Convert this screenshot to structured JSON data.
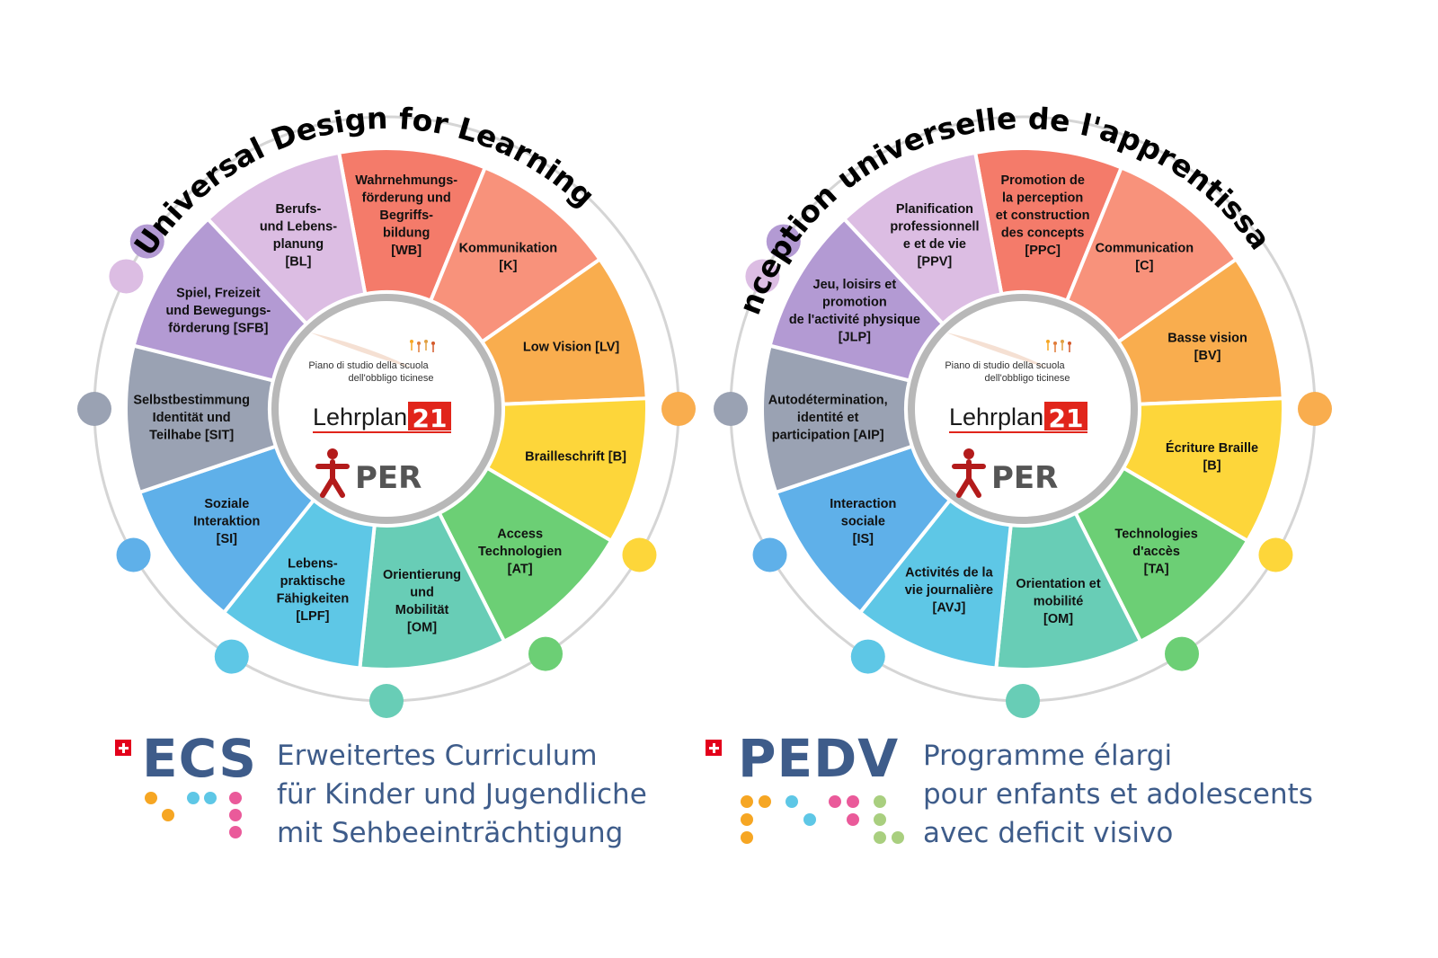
{
  "colors": {
    "outer_ring": "#d5d5d5",
    "hub_ring": "#b8b8b8",
    "brand_blue": "#3e5c8a",
    "swiss_red": "#e3001b",
    "per_red": "#b31b1b"
  },
  "hub": {
    "logo_line1": "Piano di studio della scuola",
    "logo_line2": "dell'obbligo ticinese",
    "lehrplan": "Lehrplan",
    "lehrplan_num": "21",
    "per": "PER"
  },
  "wheels": [
    {
      "id": "de",
      "title": "Universal Design for Learning",
      "segments": [
        {
          "lines": [
            "Wahrnehmungs-",
            "förderung und",
            "Begriffs-",
            "bildung",
            "[WB]"
          ],
          "color": "#f47b6a"
        },
        {
          "lines": [
            "Kommunikation",
            "[K]"
          ],
          "color": "#f8927b"
        },
        {
          "lines": [
            "Low Vision [LV]"
          ],
          "color": "#f9ad4e"
        },
        {
          "lines": [
            "Brailleschrift [B]"
          ],
          "color": "#fdd63a"
        },
        {
          "lines": [
            "Access",
            "Technologien",
            "[AT]"
          ],
          "color": "#6ccf75"
        },
        {
          "lines": [
            "Orientierung",
            "und",
            "Mobilität",
            "[OM]"
          ],
          "color": "#68cdb6"
        },
        {
          "lines": [
            "Lebens-",
            "praktische",
            "Fähigkeiten",
            "[LPF]"
          ],
          "color": "#5ec7e6"
        },
        {
          "lines": [
            "Soziale",
            "Interaktion",
            "[SI]"
          ],
          "color": "#5fb0e9"
        },
        {
          "lines": [
            "Selbstbestimmung",
            "Identität und",
            "Teilhabe [SIT]"
          ],
          "color": "#9aa2b3"
        },
        {
          "lines": [
            "Spiel, Freizeit",
            "und Bewegungs-",
            "förderung [SFB]"
          ],
          "color": "#b39ad3"
        },
        {
          "lines": [
            "Berufs-",
            "und Lebens-",
            "planung",
            "[BL]"
          ],
          "color": "#dcbde3"
        }
      ]
    },
    {
      "id": "fr",
      "title": "Conception universelle de l'apprentissage",
      "segments": [
        {
          "lines": [
            "Promotion de",
            "la perception",
            "et construction",
            "des concepts",
            "[PPC]"
          ],
          "color": "#f47b6a"
        },
        {
          "lines": [
            "Communication",
            "[C]"
          ],
          "color": "#f8927b"
        },
        {
          "lines": [
            "Basse vision",
            "[BV]"
          ],
          "color": "#f9ad4e"
        },
        {
          "lines": [
            "Écriture Braille",
            "[B]"
          ],
          "color": "#fdd63a"
        },
        {
          "lines": [
            "Technologies",
            "d'accès",
            "[TA]"
          ],
          "color": "#6ccf75"
        },
        {
          "lines": [
            "Orientation et",
            "mobilité",
            "[OM]"
          ],
          "color": "#68cdb6"
        },
        {
          "lines": [
            "Activités de la",
            "vie journalière",
            "[AVJ]"
          ],
          "color": "#5ec7e6"
        },
        {
          "lines": [
            "Interaction",
            "sociale",
            "[IS]"
          ],
          "color": "#5fb0e9"
        },
        {
          "lines": [
            "Autodétermination,",
            "identité et",
            "participation [AIP]"
          ],
          "color": "#9aa2b3"
        },
        {
          "lines": [
            "Jeu, loisirs et",
            "promotion",
            "de l'activité physique",
            "[JLP]"
          ],
          "color": "#b39ad3"
        },
        {
          "lines": [
            "Planification",
            "professionnell",
            "e et de vie",
            "[PPV]"
          ],
          "color": "#dcbde3"
        }
      ]
    }
  ],
  "footer": {
    "left": {
      "brand": "ECS",
      "lines": [
        "Erweitertes Curriculum",
        "für Kinder und Jugendliche",
        "mit Sehbeeinträchtigung"
      ]
    },
    "right": {
      "brand": "PEDV",
      "lines": [
        "Programme élargi",
        "pour enfants et adolescents",
        "avec deficit visivo"
      ]
    }
  }
}
